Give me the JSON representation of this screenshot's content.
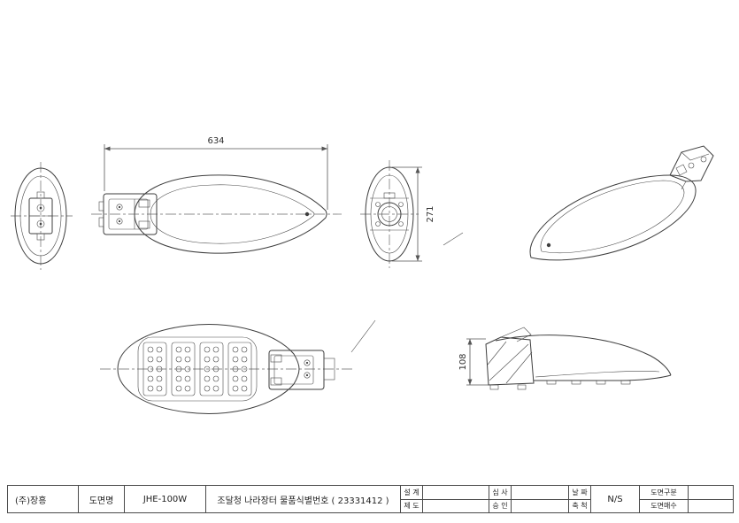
{
  "drawing": {
    "dim_top_width": "634",
    "dim_front_height": "271",
    "dim_side_height": "108"
  },
  "title_block": {
    "company": "(주)장흥",
    "drawing_name_label": "도면명",
    "model": "JHE-100W",
    "procurement_id": "조달청 나라장터 물품식별번호  ( 23331412 )",
    "design_label": "설 계",
    "drafting_label": "제 도",
    "review_label": "심 사",
    "approval_label": "승 인",
    "date_label": "날 짜",
    "scale_label": "축 척",
    "scale_value": "N/S",
    "category_label": "도면구분",
    "sheet_count_label": "도면매수"
  }
}
